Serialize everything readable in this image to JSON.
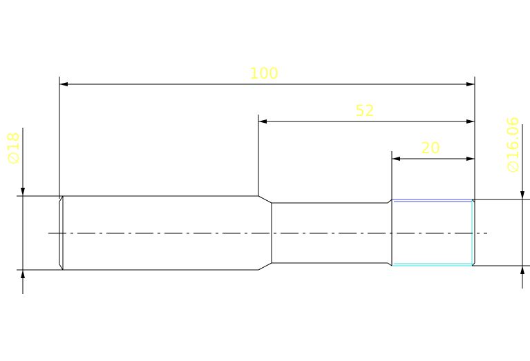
{
  "colors": {
    "background": "#ffffff",
    "outline": "#000000",
    "dimension_text": "#ffff66",
    "thread_blue": "#4b4bd6",
    "thread_cyan": "#33e0e0"
  },
  "dimensions": {
    "overall_length": "100",
    "step_length": "52",
    "thread_length": "20",
    "left_diameter": "∅18",
    "right_diameter": "∅16.06"
  }
}
